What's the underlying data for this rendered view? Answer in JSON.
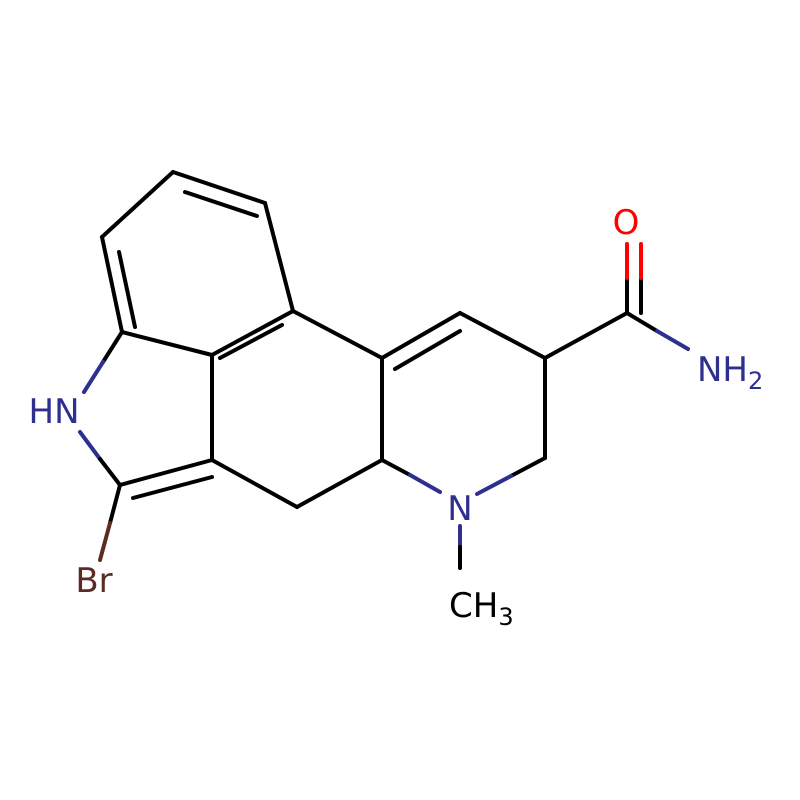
{
  "colors": {
    "carbon": "#000000",
    "nitrogen": "#2f2f8f",
    "oxygen": "#ff0000",
    "bromine": "#5b2d22",
    "background": "#ffffff"
  },
  "labels": {
    "hn": "HN",
    "br": "Br",
    "n": "N",
    "ch": "CH",
    "ch_sub": "3",
    "o": "O",
    "nh": "NH",
    "nh_sub": "2"
  }
}
